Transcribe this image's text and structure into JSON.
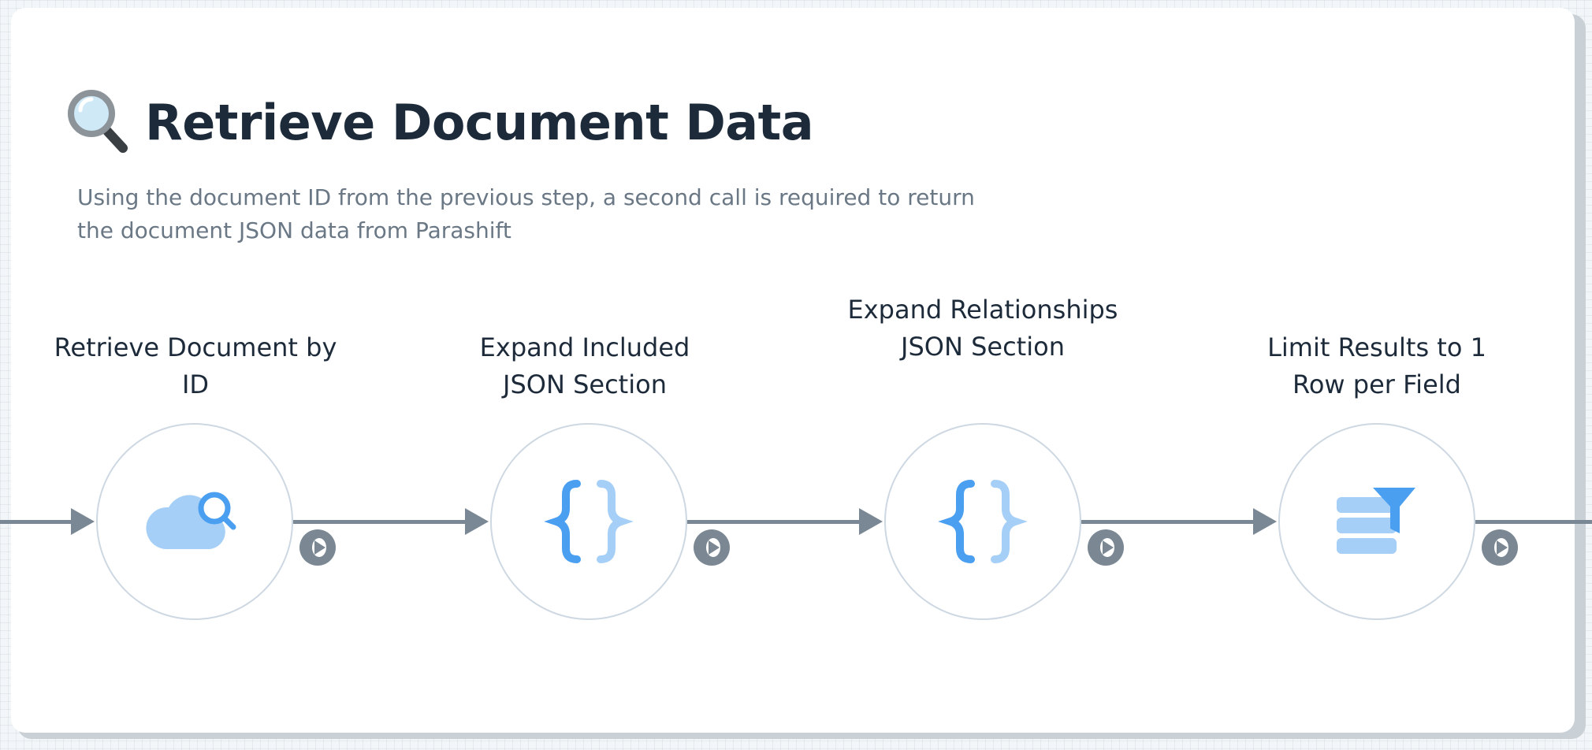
{
  "header": {
    "title_icon": "magnifying-glass-icon",
    "title": "Retrieve Document Data",
    "description": "Using the document ID from the previous step, a second call is required to return the document JSON data from Parashift"
  },
  "nodes": [
    {
      "label": "Retrieve Document by ID",
      "icon": "cloud-search-icon"
    },
    {
      "label": "Expand Included JSON Section",
      "icon": "json-braces-icon"
    },
    {
      "label": "Expand Relationships JSON Section",
      "icon": "json-braces-icon"
    },
    {
      "label": "Limit Results to 1 Row per Field",
      "icon": "filter-list-icon"
    }
  ],
  "colors": {
    "title_text": "#1c2a3a",
    "description_text": "#6a7785",
    "connector": "#7a8794",
    "icon_primary": "#4a9ff0",
    "icon_light": "#a5cff7"
  }
}
